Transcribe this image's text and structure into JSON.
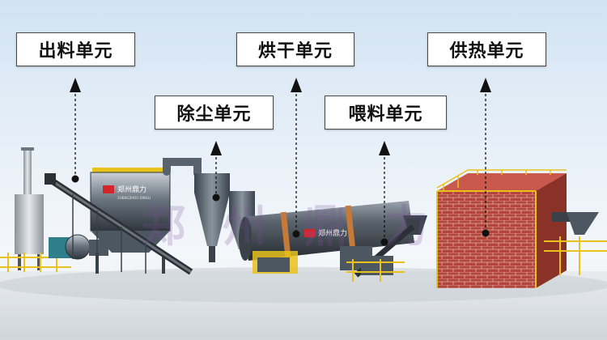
{
  "labels": {
    "outlet_unit": "出料单元",
    "drying_unit": "烘干单元",
    "heat_supply_unit": "供热单元",
    "dust_removal_unit": "除尘单元",
    "feeding_unit": "喂料单元"
  },
  "branding": {
    "brand_logo": "ZX",
    "brand_name": "郑州鼎力",
    "brand_sub": "ZHENGZHOU DINGLI",
    "watermark": "郑州鼎力"
  },
  "colors": {
    "label_text": "#111111",
    "label_border": "#4a4a4a",
    "brick": "#b5453a",
    "steel": "#4d5762",
    "guard_rail": "#e8c21a",
    "logo_red": "#d4262a"
  }
}
